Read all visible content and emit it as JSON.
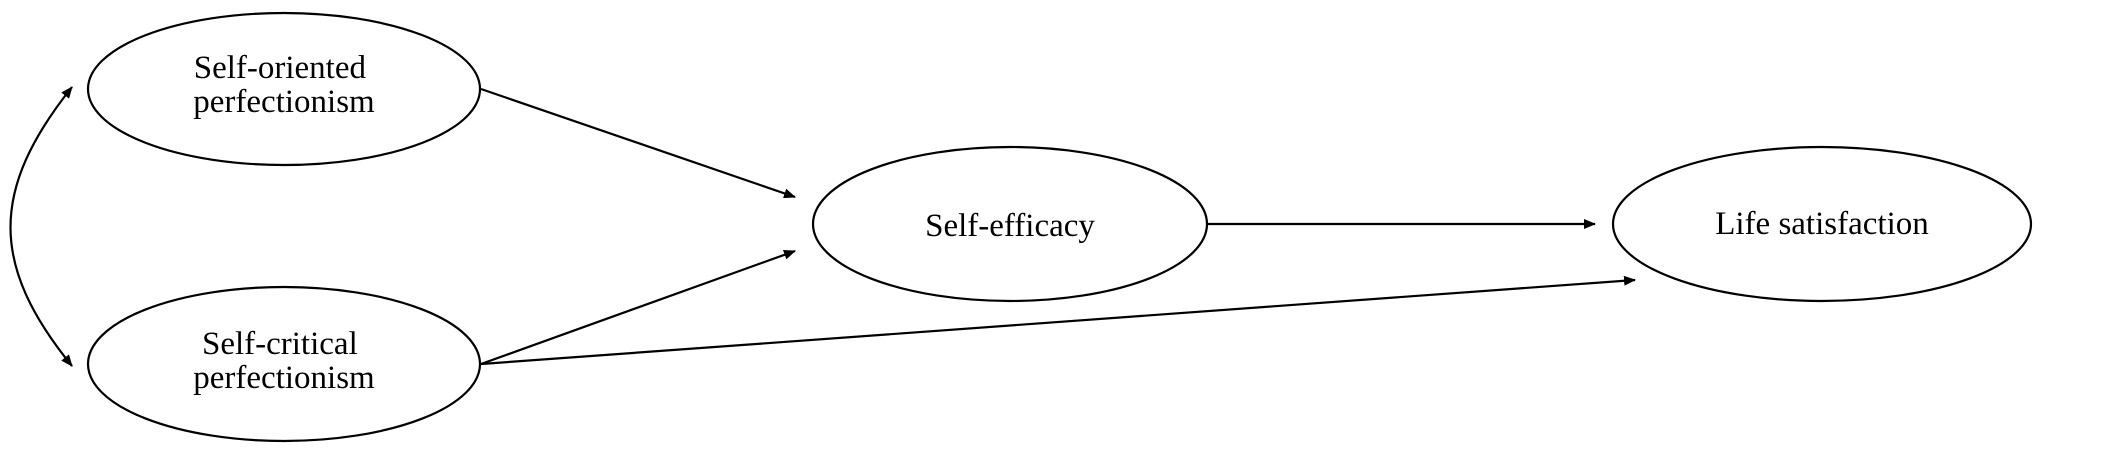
{
  "diagram": {
    "nodes": {
      "self_oriented": {
        "line1": "Self-oriented",
        "line2": "perfectionism"
      },
      "self_critical": {
        "line1": "Self-critical",
        "line2": "perfectionism"
      },
      "self_efficacy": {
        "label": "Self-efficacy"
      },
      "life_satisfaction": {
        "label": "Life satisfaction"
      }
    },
    "edges": [
      {
        "from": "self_oriented",
        "to": "self_efficacy",
        "type": "directed"
      },
      {
        "from": "self_critical",
        "to": "self_efficacy",
        "type": "directed"
      },
      {
        "from": "self_efficacy",
        "to": "life_satisfaction",
        "type": "directed"
      },
      {
        "from": "self_critical",
        "to": "life_satisfaction",
        "type": "directed"
      },
      {
        "from": "self_oriented",
        "to": "self_critical",
        "type": "covariance"
      }
    ],
    "colors": {
      "stroke": "#000000",
      "fill": "#ffffff",
      "text": "#000000"
    }
  }
}
